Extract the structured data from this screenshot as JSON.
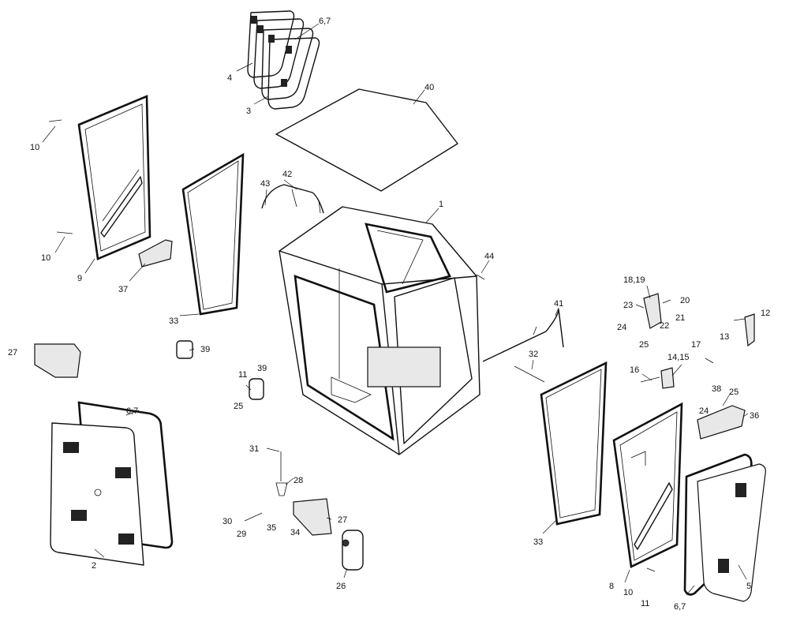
{
  "callouts": [
    {
      "id": "c-6-7-top",
      "text": "6,7"
    },
    {
      "id": "c-4",
      "text": "4"
    },
    {
      "id": "c-3",
      "text": "3"
    },
    {
      "id": "c-40",
      "text": "40"
    },
    {
      "id": "c-10-a",
      "text": "10"
    },
    {
      "id": "c-10-b",
      "text": "10"
    },
    {
      "id": "c-9",
      "text": "9"
    },
    {
      "id": "c-37",
      "text": "37"
    },
    {
      "id": "c-42",
      "text": "42"
    },
    {
      "id": "c-43",
      "text": "43"
    },
    {
      "id": "c-33-left",
      "text": "33"
    },
    {
      "id": "c-1",
      "text": "1"
    },
    {
      "id": "c-44",
      "text": "44"
    },
    {
      "id": "c-41",
      "text": "41"
    },
    {
      "id": "c-18-19",
      "text": "18,19"
    },
    {
      "id": "c-23",
      "text": "23"
    },
    {
      "id": "c-24-a",
      "text": "24"
    },
    {
      "id": "c-25-a",
      "text": "25"
    },
    {
      "id": "c-20",
      "text": "20"
    },
    {
      "id": "c-22",
      "text": "22"
    },
    {
      "id": "c-21",
      "text": "21"
    },
    {
      "id": "c-12",
      "text": "12"
    },
    {
      "id": "c-13",
      "text": "13"
    },
    {
      "id": "c-27-left",
      "text": "27"
    },
    {
      "id": "c-39-a",
      "text": "39"
    },
    {
      "id": "c-11-a",
      "text": "11"
    },
    {
      "id": "c-39-b",
      "text": "39"
    },
    {
      "id": "c-25-b",
      "text": "25"
    },
    {
      "id": "c-32",
      "text": "32"
    },
    {
      "id": "c-17",
      "text": "17"
    },
    {
      "id": "c-14-15",
      "text": "14,15"
    },
    {
      "id": "c-16",
      "text": "16"
    },
    {
      "id": "c-38",
      "text": "38"
    },
    {
      "id": "c-25-c",
      "text": "25"
    },
    {
      "id": "c-24-b",
      "text": "24"
    },
    {
      "id": "c-36",
      "text": "36"
    },
    {
      "id": "c-6-7-left",
      "text": "6,7"
    },
    {
      "id": "c-2",
      "text": "2"
    },
    {
      "id": "c-31",
      "text": "31"
    },
    {
      "id": "c-28",
      "text": "28"
    },
    {
      "id": "c-30",
      "text": "30"
    },
    {
      "id": "c-29",
      "text": "29"
    },
    {
      "id": "c-35",
      "text": "35"
    },
    {
      "id": "c-34",
      "text": "34"
    },
    {
      "id": "c-27-mid",
      "text": "27"
    },
    {
      "id": "c-26",
      "text": "26"
    },
    {
      "id": "c-33-right",
      "text": "33"
    },
    {
      "id": "c-8",
      "text": "8"
    },
    {
      "id": "c-10-c",
      "text": "10"
    },
    {
      "id": "c-11-b",
      "text": "11"
    },
    {
      "id": "c-5",
      "text": "5"
    },
    {
      "id": "c-6-7-right",
      "text": "6,7"
    }
  ]
}
